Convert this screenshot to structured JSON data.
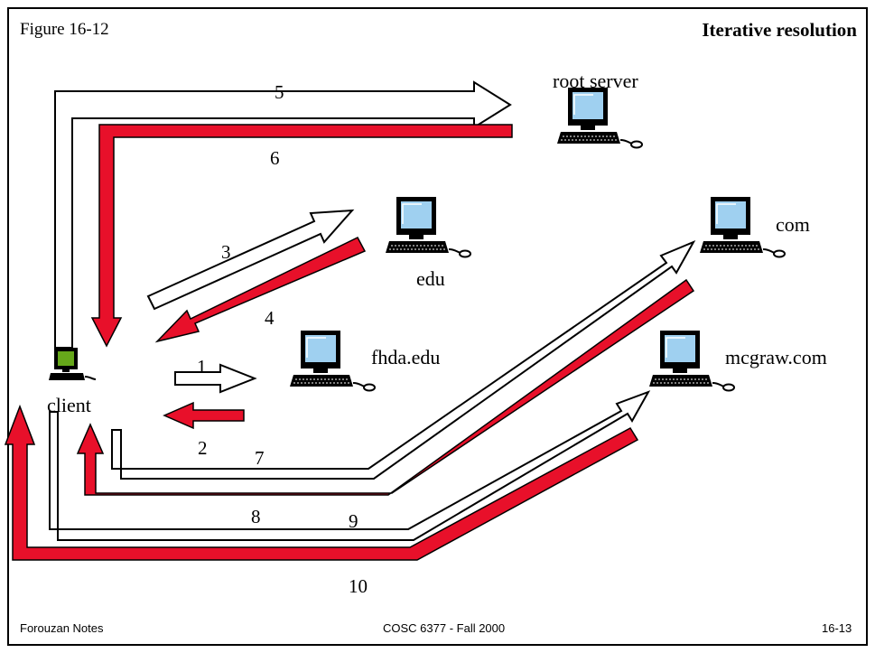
{
  "header": {
    "figure_label": "Figure 16-12",
    "title": "Iterative resolution"
  },
  "nodes": {
    "client": "client",
    "root": "root server",
    "edu": "edu",
    "com": "com",
    "fhda": "fhda.edu",
    "mcgraw": "mcgraw.com"
  },
  "steps": [
    "1",
    "2",
    "3",
    "4",
    "5",
    "6",
    "7",
    "8",
    "9",
    "10"
  ],
  "footer": {
    "left": "Forouzan Notes",
    "center": "COSC 6377 - Fall 2000",
    "right": "16-13"
  },
  "colors": {
    "request_arrow": "#ffffff",
    "response_arrow": "#e8102a",
    "monitor_screen": "#9fd0f0",
    "client_screen": "#66a81a"
  }
}
